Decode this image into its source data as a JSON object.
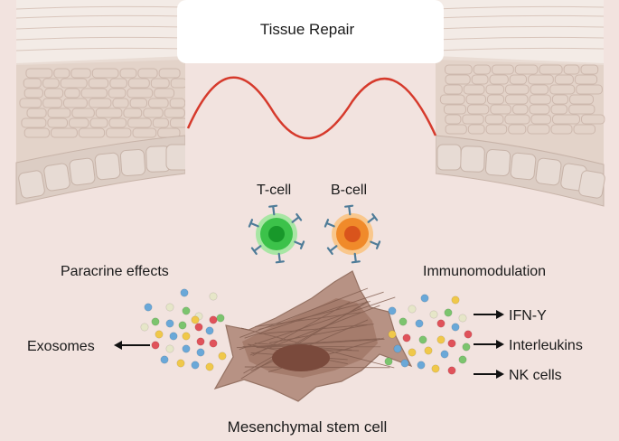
{
  "title": "Tissue Repair",
  "cells": {
    "t_cell": "T-cell",
    "b_cell": "B-cell",
    "msc": "Mesenchymal stem cell"
  },
  "left": {
    "heading": "Paracrine effects",
    "output": "Exosomes"
  },
  "right": {
    "heading": "Immunomodulation",
    "outputs": [
      "IFN-Y",
      "Interleukins",
      "NK cells"
    ]
  },
  "colors": {
    "background": "#f2e3df",
    "skin_layer": "#eadcd3",
    "epithelium": "#ddd0c8",
    "wound_line": "#d63a2c",
    "t_cell": "#3cc24a",
    "b_cell": "#f08a2a",
    "receptor": "#4f7c98",
    "stem_cell": "#a57c6c",
    "nucleus": "#7a4a3c",
    "exosome_palette": [
      "#6aa8d8",
      "#e0525a",
      "#7cc46e",
      "#f0c84a",
      "#e6e6c8"
    ]
  }
}
